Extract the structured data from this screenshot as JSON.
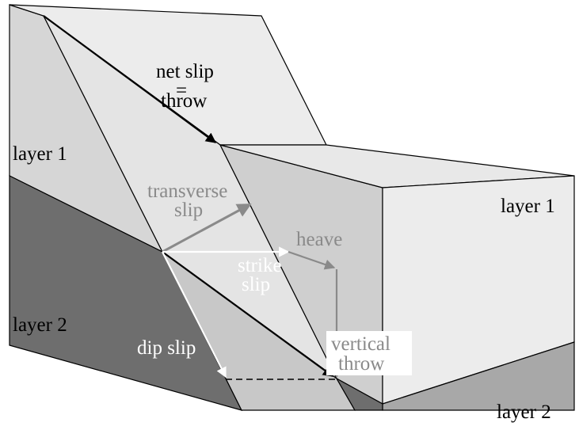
{
  "labels": {
    "net_slip": "net slip",
    "equals": "=",
    "throw": "throw",
    "layer1_left": "layer 1",
    "layer2_left": "layer 2",
    "layer1_right": "layer 1",
    "layer2_right": "layer 2",
    "transverse": "transverse",
    "transverse_slip": "slip",
    "heave": "heave",
    "strike": "strike",
    "strike_slip": "slip",
    "dip_slip": "dip slip",
    "vertical": "vertical",
    "vertical_throw": "throw"
  },
  "colors": {
    "layer1_face": "#d6d6d6",
    "layer1_top": "#ececec",
    "layer2_face": "#6e6e6e",
    "layer2_right": "#a8a8a8",
    "fault_plane": "#c8c8c8",
    "gray_arrow": "#8a8a8a"
  }
}
